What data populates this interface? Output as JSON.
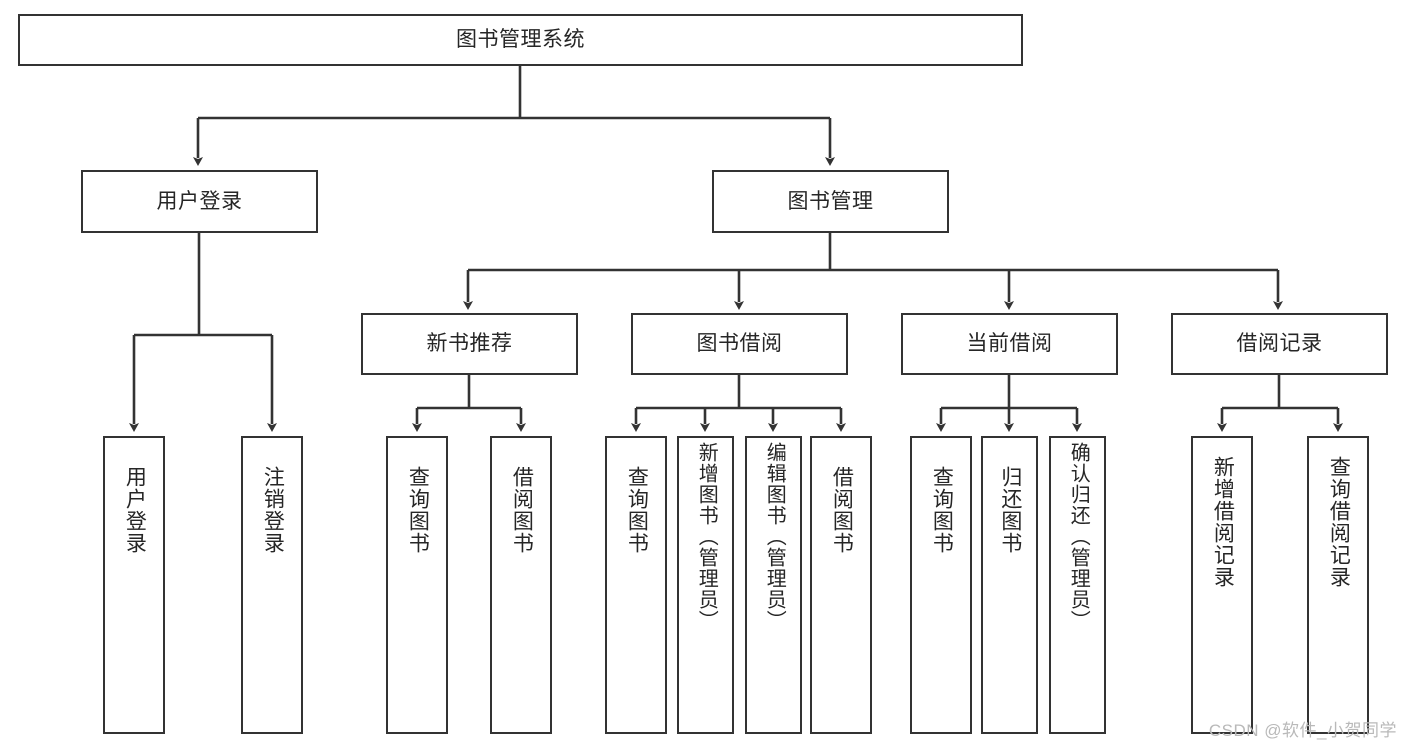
{
  "diagram": {
    "title": "图书管理系统",
    "type": "hierarchy-tree",
    "watermark": "CSDN @软件_小贺同学",
    "colors": {
      "border": "#333333",
      "background": "#ffffff",
      "text": "#262626",
      "watermark": "#b9b9b9"
    },
    "levels": {
      "root": {
        "label": "图书管理系统"
      },
      "level2": [
        {
          "label": "用户登录"
        },
        {
          "label": "图书管理"
        }
      ],
      "level3": [
        {
          "label": "新书推荐"
        },
        {
          "label": "图书借阅"
        },
        {
          "label": "当前借阅"
        },
        {
          "label": "借阅记录"
        }
      ],
      "leaves": {
        "user_login": [
          {
            "label": "用户登录"
          },
          {
            "label": "注销登录"
          }
        ],
        "new_book_recommend": [
          {
            "label": "查询图书"
          },
          {
            "label": "借阅图书"
          }
        ],
        "book_borrow": [
          {
            "label": "查询图书"
          },
          {
            "label": "新增图书（管理员）"
          },
          {
            "label": "编辑图书（管理员）"
          },
          {
            "label": "借阅图书"
          }
        ],
        "current_borrow": [
          {
            "label": "查询图书"
          },
          {
            "label": "归还图书"
          },
          {
            "label": "确认归还（管理员）"
          }
        ],
        "borrow_record": [
          {
            "label": "新增借阅记录"
          },
          {
            "label": "查询借阅记录"
          }
        ]
      }
    }
  }
}
